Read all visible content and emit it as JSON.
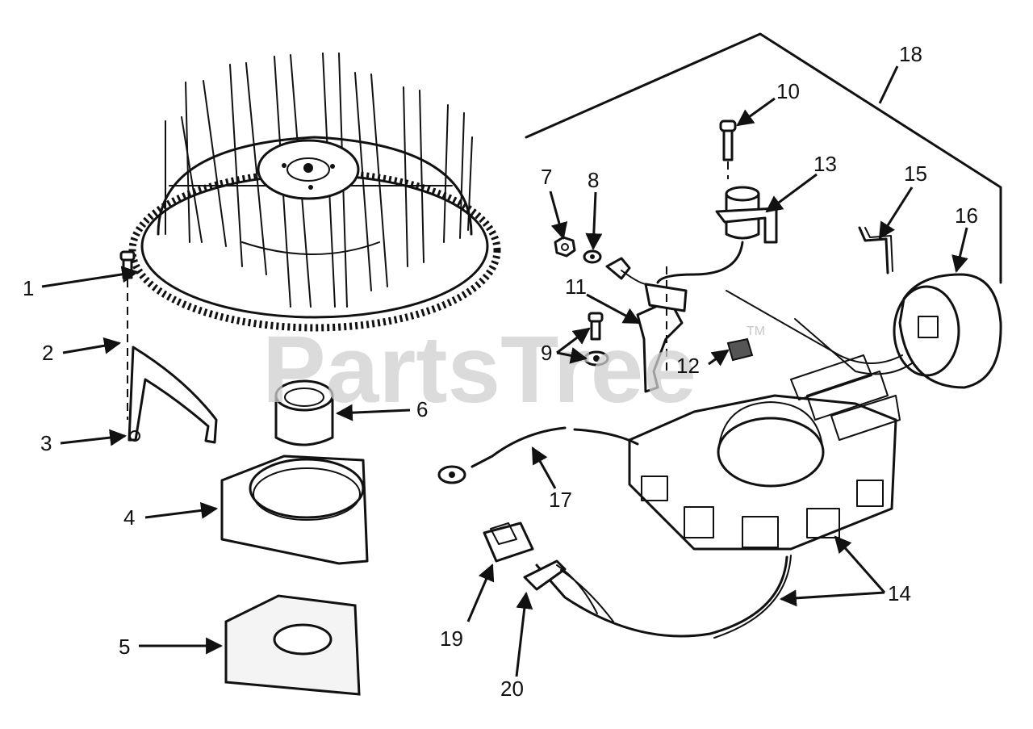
{
  "watermark": {
    "text": "PartsTree",
    "tm": "TM"
  },
  "callouts": [
    {
      "id": "1",
      "label": "1"
    },
    {
      "id": "2",
      "label": "2"
    },
    {
      "id": "3",
      "label": "3"
    },
    {
      "id": "4",
      "label": "4"
    },
    {
      "id": "5",
      "label": "5"
    },
    {
      "id": "6",
      "label": "6"
    },
    {
      "id": "7",
      "label": "7"
    },
    {
      "id": "8",
      "label": "8"
    },
    {
      "id": "9",
      "label": "9"
    },
    {
      "id": "10",
      "label": "10"
    },
    {
      "id": "11",
      "label": "11"
    },
    {
      "id": "12",
      "label": "12"
    },
    {
      "id": "13",
      "label": "13"
    },
    {
      "id": "14",
      "label": "14"
    },
    {
      "id": "15",
      "label": "15"
    },
    {
      "id": "16",
      "label": "16"
    },
    {
      "id": "17",
      "label": "17"
    },
    {
      "id": "18",
      "label": "18"
    },
    {
      "id": "19",
      "label": "19"
    },
    {
      "id": "20",
      "label": "20"
    }
  ]
}
